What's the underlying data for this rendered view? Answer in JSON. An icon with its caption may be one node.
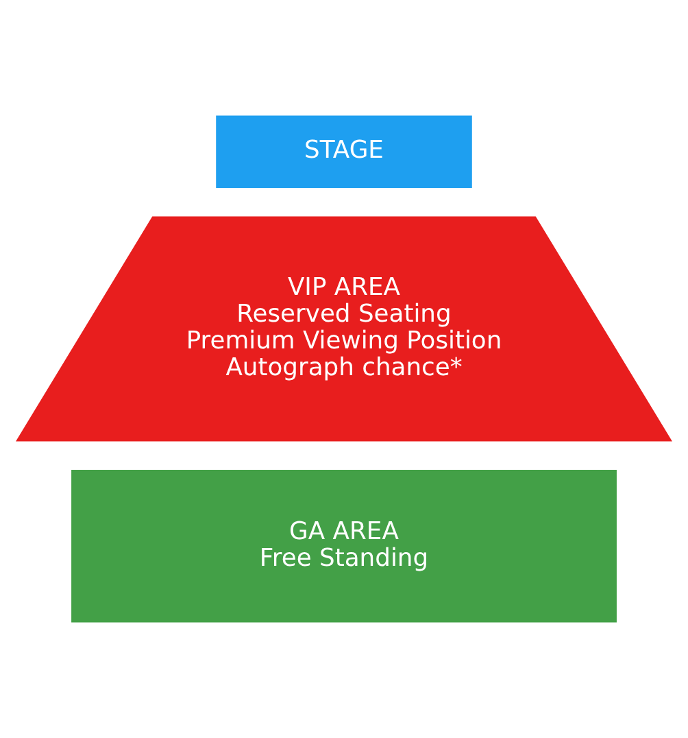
{
  "diagram": {
    "nodes": [
      {
        "text": [
          "STAGE"
        ]
      },
      {
        "text": [
          "VIP AREA",
          "Reserved Seating",
          "Premium Viewing Position",
          "Autograph chance*"
        ]
      },
      {
        "text": [
          "GA AREA",
          "Free Standing"
        ]
      }
    ]
  }
}
